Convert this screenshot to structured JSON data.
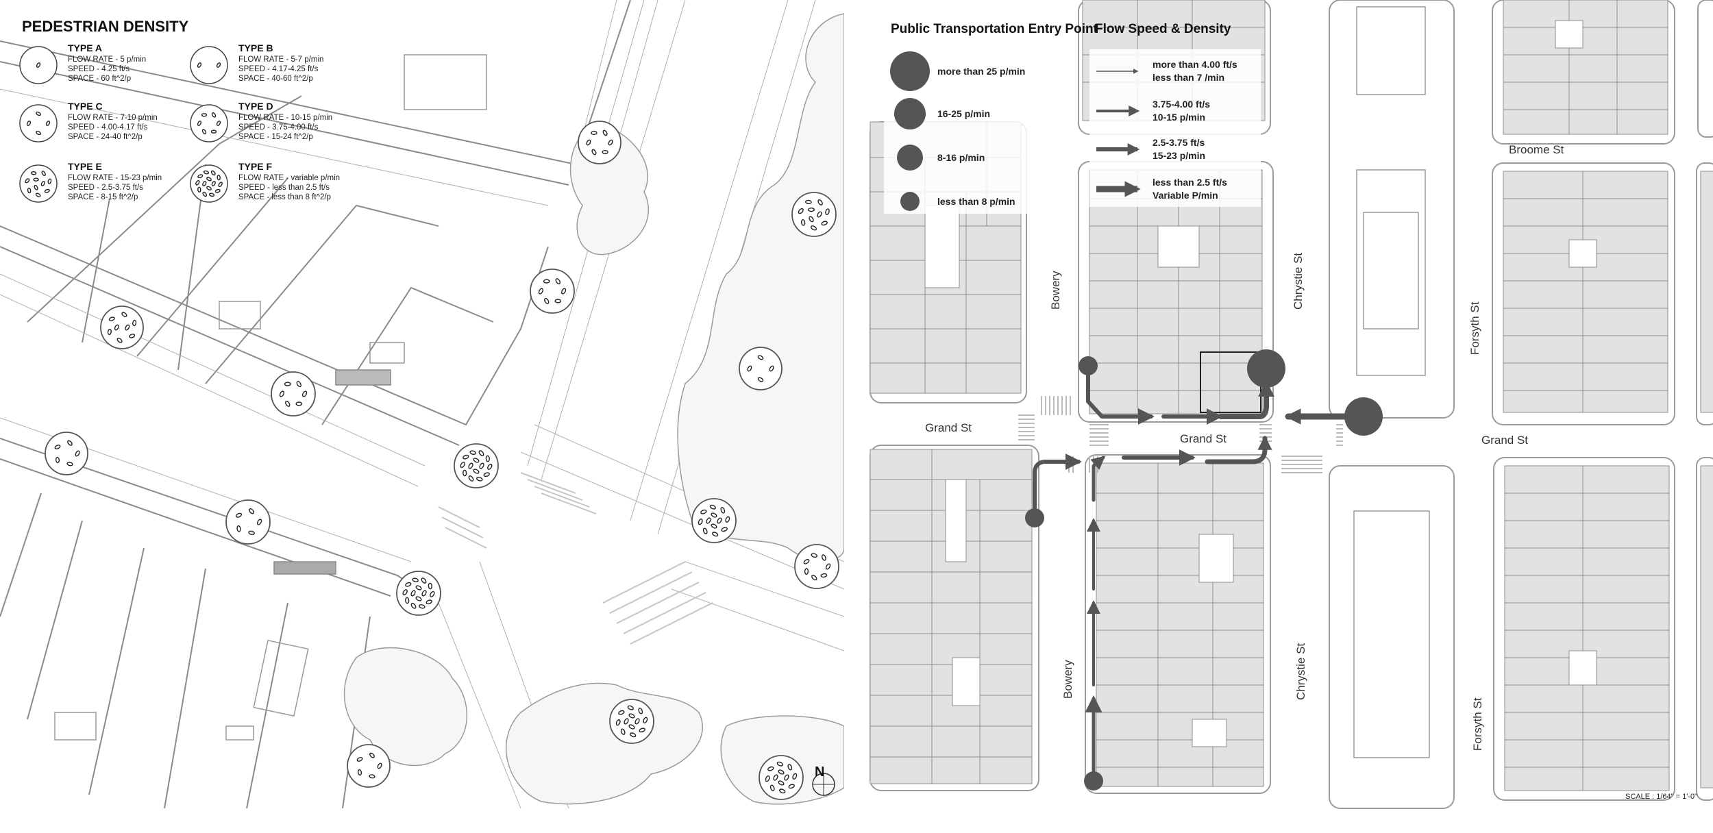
{
  "left_map": {
    "title": "PEDESTRIAN DENSITY",
    "north_label": "N",
    "density_legend": [
      {
        "type": "TYPE A",
        "flow": "FLOW RATE - 5 p/min",
        "speed": "SPEED - 4.25 ft/s",
        "space": "SPACE - 60 ft^2/p",
        "dots": 1
      },
      {
        "type": "TYPE B",
        "flow": "FLOW RATE - 5-7 p/min",
        "speed": "SPEED - 4.17-4.25 ft/s",
        "space": "SPACE - 40-60 ft^2/p",
        "dots": 2
      },
      {
        "type": "TYPE C",
        "flow": "FLOW RATE - 7-10 p/min",
        "speed": "SPEED - 4.00-4.17 ft/s",
        "space": "SPACE - 24-40 ft^2/p",
        "dots": 4
      },
      {
        "type": "TYPE D",
        "flow": "FLOW RATE - 10-15 p/min",
        "speed": "SPEED - 3.75-4.00 ft/s",
        "space": "SPACE - 15-24 ft^2/p",
        "dots": 6
      },
      {
        "type": "TYPE E",
        "flow": "FLOW RATE - 15-23 p/min",
        "speed": "SPEED - 2.5-3.75 ft/s",
        "space": "SPACE - 8-15 ft^2/p",
        "dots": 10
      },
      {
        "type": "TYPE F",
        "flow": "FLOW RATE - variable p/min",
        "speed": "SPEED - less than 2.5 ft/s",
        "space": "SPACE - less than 8 ft^2/p",
        "dots": 14
      }
    ],
    "density_markers": [
      {
        "id": "marker-1",
        "dots": 6
      },
      {
        "id": "marker-2",
        "dots": 10
      },
      {
        "id": "marker-3",
        "dots": 6
      },
      {
        "id": "marker-4",
        "dots": 8
      },
      {
        "id": "marker-5",
        "dots": 4
      },
      {
        "id": "marker-6",
        "dots": 6
      },
      {
        "id": "marker-7",
        "dots": 5
      },
      {
        "id": "marker-8",
        "dots": 14
      },
      {
        "id": "marker-9",
        "dots": 5
      },
      {
        "id": "marker-10",
        "dots": 12
      },
      {
        "id": "marker-11",
        "dots": 14
      },
      {
        "id": "marker-12",
        "dots": 7
      },
      {
        "id": "marker-13",
        "dots": 12
      },
      {
        "id": "marker-14",
        "dots": 5
      },
      {
        "id": "marker-15",
        "dots": 12
      }
    ]
  },
  "right_map": {
    "entry_title": "Public Transportation Entry Point",
    "entry_legend": [
      {
        "label": "more than 25 p/min",
        "size": 4
      },
      {
        "label": "16-25 p/min",
        "size": 3
      },
      {
        "label": "8-16 p/min",
        "size": 2
      },
      {
        "label": "less than 8 p/min",
        "size": 1
      }
    ],
    "flow_title": "Flow Speed & Density",
    "flow_legend": [
      {
        "line1": "more than 4.00 ft/s",
        "line2": "less than 7 /min",
        "weight": 1
      },
      {
        "line1": "3.75-4.00 ft/s",
        "line2": "10-15 p/min",
        "weight": 2
      },
      {
        "line1": "2.5-3.75 ft/s",
        "line2": "15-23 p/min",
        "weight": 3
      },
      {
        "line1": "less than 2.5 ft/s",
        "line2": "Variable P/min",
        "weight": 4
      }
    ],
    "streets": {
      "grand_west": "Grand St",
      "grand_mid": "Grand St",
      "grand_east": "Grand St",
      "bowery_north": "Bowery",
      "bowery_south": "Bowery",
      "chrystie_north": "Chrystie St",
      "chrystie_south": "Chrystie St",
      "forsyth_north": "Forsyth St",
      "forsyth_south": "Forsyth St",
      "broome": "Broome St"
    },
    "scale": "SCALE : 1/64\" = 1'-0\""
  },
  "colors": {
    "block_fill": "#e2e2e2",
    "line": "#777777",
    "flow": "#555555",
    "ink": "#111111"
  }
}
